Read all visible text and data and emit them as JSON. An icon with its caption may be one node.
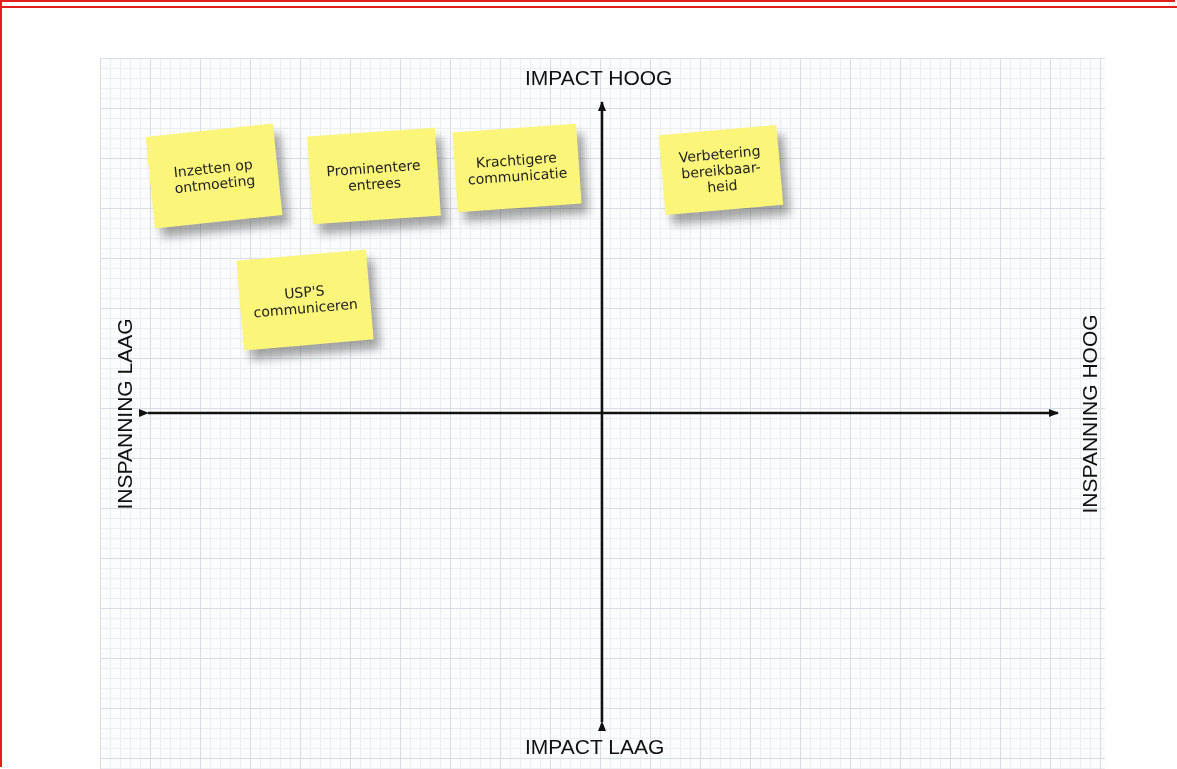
{
  "diagram": {
    "nodes": [
      {
        "text": [
          "Inzetten op ontmoeting"
        ]
      },
      {
        "text": [
          "Prominentere entrees"
        ]
      },
      {
        "text": [
          "Krachtigere communicatie"
        ]
      },
      {
        "text": [
          "Verbetering bereikbaar- heid"
        ]
      },
      {
        "text": [
          "USP'S communiceren"
        ]
      }
    ],
    "labels": [
      "IMPACT HOOG",
      "INSPANNING LAAG",
      "INSPANNING HOOG",
      "IMPACT LAAG"
    ]
  }
}
